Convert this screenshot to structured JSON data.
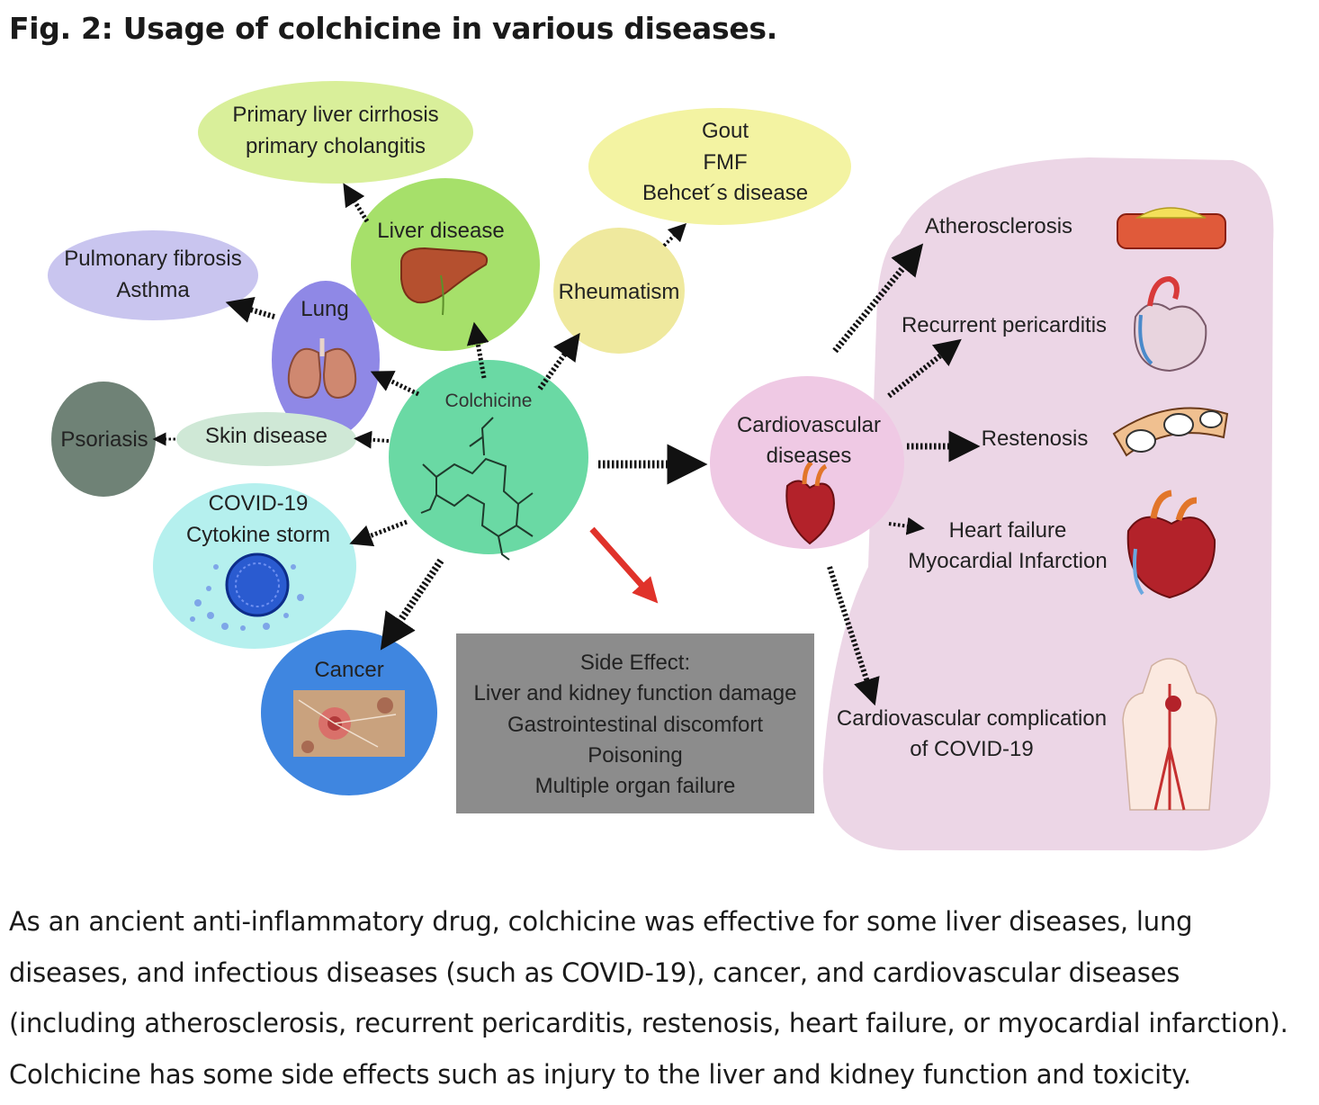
{
  "figure": {
    "title": "Fig. 2: Usage of colchicine in various diseases.",
    "caption": "As an ancient anti-inflammatory drug, colchicine was effective for some liver diseases, lung diseases, and infectious diseases (such as COVID-19), cancer, and cardiovascular diseases (including atherosclerosis, recurrent pericarditis, restenosis, heart failure, or myocardial infarction). Colchicine has some side effects such as injury to the liver and kidney function and toxicity."
  },
  "diagram": {
    "center": "Colchicine",
    "nodes": {
      "liver_disease": "Liver disease",
      "liver_outcome": [
        "Primary liver cirrhosis",
        "primary cholangitis"
      ],
      "rheumatism": "Rheumatism",
      "rheumatism_outcome": [
        "Gout",
        "FMF",
        "Behcet´s disease"
      ],
      "lung": "Lung",
      "lung_outcome": [
        "Pulmonary fibrosis",
        "Asthma"
      ],
      "skin_disease": "Skin disease",
      "psoriasis": "Psoriasis",
      "covid": [
        "COVID-19",
        "Cytokine storm"
      ],
      "cancer": "Cancer",
      "cardiovascular": [
        "Cardiovascular",
        "diseases"
      ]
    },
    "side_effect": {
      "title": "Side Effect:",
      "items": [
        "Liver and kidney function damage",
        "Gastrointestinal discomfort",
        "Poisoning",
        "Multiple organ failure"
      ]
    },
    "cardio_outcomes": {
      "atherosclerosis": "Atherosclerosis",
      "pericarditis": "Recurrent pericarditis",
      "restenosis": "Restenosis",
      "heart_failure": [
        "Heart failure",
        "Myocardial Infarction"
      ],
      "covid_complication": [
        "Cardiovascular complication",
        "of COVID-19"
      ]
    },
    "colors": {
      "liver_outcome": "#d9ef9a",
      "liver": "#a6e06a",
      "rheum_outcome": "#f3f3a2",
      "rheum": "#efe99e",
      "lung_outcome": "#c9c5ef",
      "lung": "#8f88e6",
      "skin": "#cfe8d6",
      "psoriasis": "#6f8276",
      "covid": "#b5f0ee",
      "cancer": "#3f86e0",
      "colchicine": "#6ad9a4",
      "cardio": "#efc9e4",
      "cardio_panel": "#ecd6e6",
      "side_effect": "#8c8c8c",
      "red_arrow": "#e0322a"
    },
    "icons": [
      "liver-icon",
      "lungs-icon",
      "virus-icon",
      "cancer-cell-icon",
      "molecule-icon",
      "heart-icon",
      "artery-plaque-icon",
      "stent-icon",
      "torso-icon"
    ]
  }
}
